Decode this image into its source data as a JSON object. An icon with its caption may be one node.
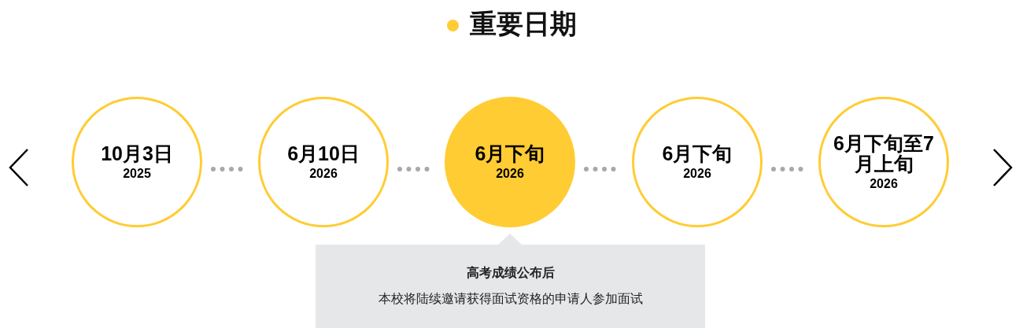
{
  "diagram": {
    "title": "重要日期",
    "nodes": [
      {
        "text": [
          "10月3日",
          "2025"
        ]
      },
      {
        "text": [
          "6月10日",
          "2026"
        ]
      },
      {
        "text": [
          "6月下旬",
          "2026"
        ]
      },
      {
        "text": [
          "6月下旬",
          "2026"
        ]
      },
      {
        "text": [
          "6月下旬至7月上旬",
          "2026"
        ]
      },
      {
        "text": [
          "高考成绩公布后",
          "本校将陆续邀请获得面试资格的申请人参加面试"
        ]
      }
    ],
    "edges": [
      {
        "from": 0,
        "to": 1,
        "arrow": "none"
      },
      {
        "from": 1,
        "to": 2,
        "arrow": "none"
      },
      {
        "from": 2,
        "to": 3,
        "arrow": "none"
      },
      {
        "from": 3,
        "to": 4,
        "arrow": "none"
      },
      {
        "from": 5,
        "to": 2,
        "arrow": "to"
      }
    ]
  }
}
